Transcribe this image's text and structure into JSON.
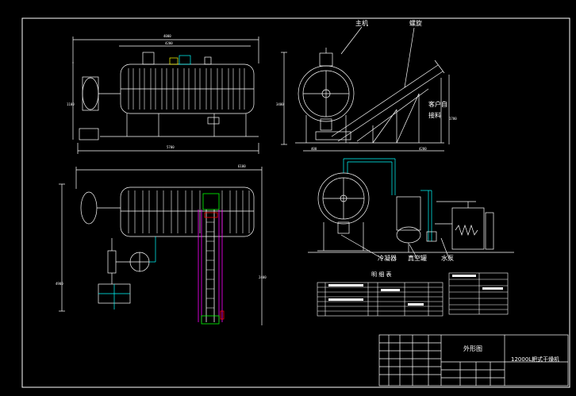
{
  "labels": {
    "main_unit": "主机",
    "screw_conveyor": "螺旋",
    "customer_feed": "客户自",
    "feed_line": "接料",
    "condenser": "冷凝器",
    "vacuum_tank": "真空罐",
    "water_pump": "水泵",
    "detail_table_title": "明 细 表",
    "outline_drawing": "外形图",
    "product_name": "12000L耙式干燥机"
  },
  "dimensions": {
    "top_overall": "4000",
    "top_inner": "4200",
    "top_bottom": "5700",
    "top_height": "1100",
    "side_height": "3400",
    "side_width": "4200",
    "side_offset": "400",
    "side_left_height": "1700",
    "plan_overall": "6100",
    "plan_depth": "4900",
    "plan_left": "2400"
  },
  "colors": {
    "background": "#000000",
    "lines": "#ffffff",
    "accent_cyan": "#00ffff",
    "accent_green": "#00ff00",
    "accent_magenta": "#ff00ff",
    "accent_red": "#ff0000",
    "accent_yellow": "#ffff00"
  }
}
